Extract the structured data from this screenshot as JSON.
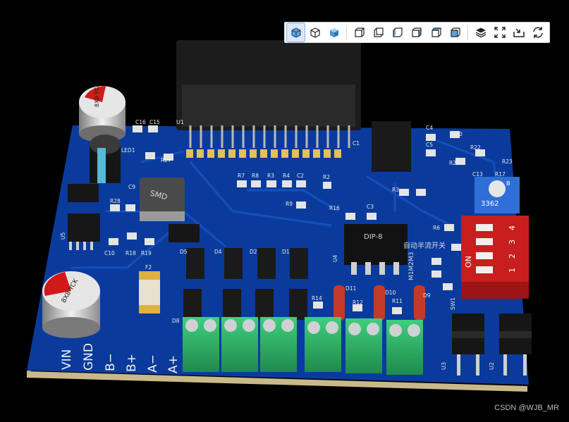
{
  "toolbar": {
    "buttons": [
      {
        "name": "view-iso-solid-icon",
        "active": true
      },
      {
        "name": "view-iso-wire-icon",
        "active": false
      },
      {
        "name": "view-iso-shaded-icon",
        "active": false
      },
      {
        "name": "view-front-icon",
        "active": false
      },
      {
        "name": "view-back-icon",
        "active": false
      },
      {
        "name": "view-left-icon",
        "active": false
      },
      {
        "name": "view-right-icon",
        "active": false
      },
      {
        "name": "view-top-icon",
        "active": false
      },
      {
        "name": "view-bottom-icon",
        "active": false
      },
      {
        "name": "layers-icon",
        "active": false
      },
      {
        "name": "fit-screen-icon",
        "active": false
      },
      {
        "name": "export-icon",
        "active": false
      },
      {
        "name": "rotate-icon",
        "active": false
      }
    ]
  },
  "pcb": {
    "edge_labels": [
      "VIN",
      "GND",
      "B−",
      "B+",
      "A−",
      "A+"
    ],
    "ic_dip_label": "DIP-8",
    "dip_switch_on": "ON",
    "dip_switch_numbers": [
      "1",
      "2",
      "3",
      "4"
    ],
    "inductor_label": "SMD",
    "cap_label_1": "8X8 YCK",
    "cap_label_2": "8X8 YCK",
    "pot_label": "3362",
    "pot_mark": "B",
    "chinese_text": "自动半流开关",
    "mstep_label": "M1M2M3",
    "refdes": {
      "U1": "U1",
      "U2": "U2",
      "U3": "U3",
      "U4": "U4",
      "U5": "U5",
      "SW1": "SW1",
      "C1": "C1",
      "C2": "C2",
      "C3": "C3",
      "C4": "C4",
      "C5": "C5",
      "C9": "C9",
      "C10": "C10",
      "C13": "C13",
      "C15": "C15",
      "C16": "C16",
      "R2": "R2",
      "R3": "R3",
      "R4": "R4",
      "R5": "R5",
      "R6": "R6",
      "R7": "R7",
      "R8": "R8",
      "R9": "R9",
      "R11": "R11",
      "R12": "R12",
      "R14": "R14",
      "R16": "R16",
      "R17": "R17",
      "R18": "R18",
      "R19": "R19",
      "R20": "R20",
      "R22": "R22",
      "R23": "R23",
      "R24": "R24",
      "R27": "R27",
      "R28": "R28",
      "D1": "D1",
      "D2": "D2",
      "D4": "D4",
      "D5": "D5",
      "D8": "D8",
      "D9": "D9",
      "D10": "D10",
      "D11": "D11",
      "F2": "F2",
      "LED1": "LED1"
    }
  },
  "watermark": "CSDN @WJB_MR",
  "colors": {
    "board": "#0a3b9c",
    "board_light": "#1b56c4",
    "board_edge": "#c9b98a",
    "terminal": "#2fb36a",
    "dip_switch": "#c81e1e",
    "pot": "#2f6fd8"
  }
}
